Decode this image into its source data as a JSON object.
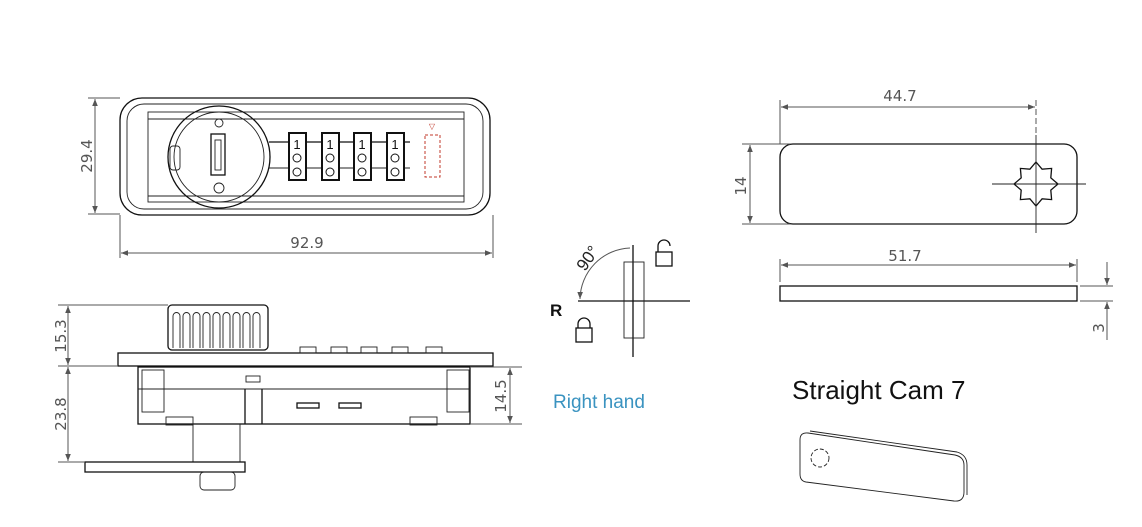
{
  "top_view": {
    "height_dim": "29.4",
    "width_dim": "92.9",
    "wheel_digits": [
      "1",
      "1",
      "1",
      "1"
    ]
  },
  "side_view": {
    "knob_dim": "15.3",
    "body_dim": "23.8",
    "depth_dim": "14.5"
  },
  "rotation": {
    "angle": "90°",
    "side": "R",
    "caption": "Right hand",
    "caption_color": "#3a93c0"
  },
  "cam": {
    "hole_dim": "44.7",
    "height_dim": "14",
    "length_dim": "51.7",
    "thickness_dim": "3",
    "title": "Straight Cam 7"
  }
}
